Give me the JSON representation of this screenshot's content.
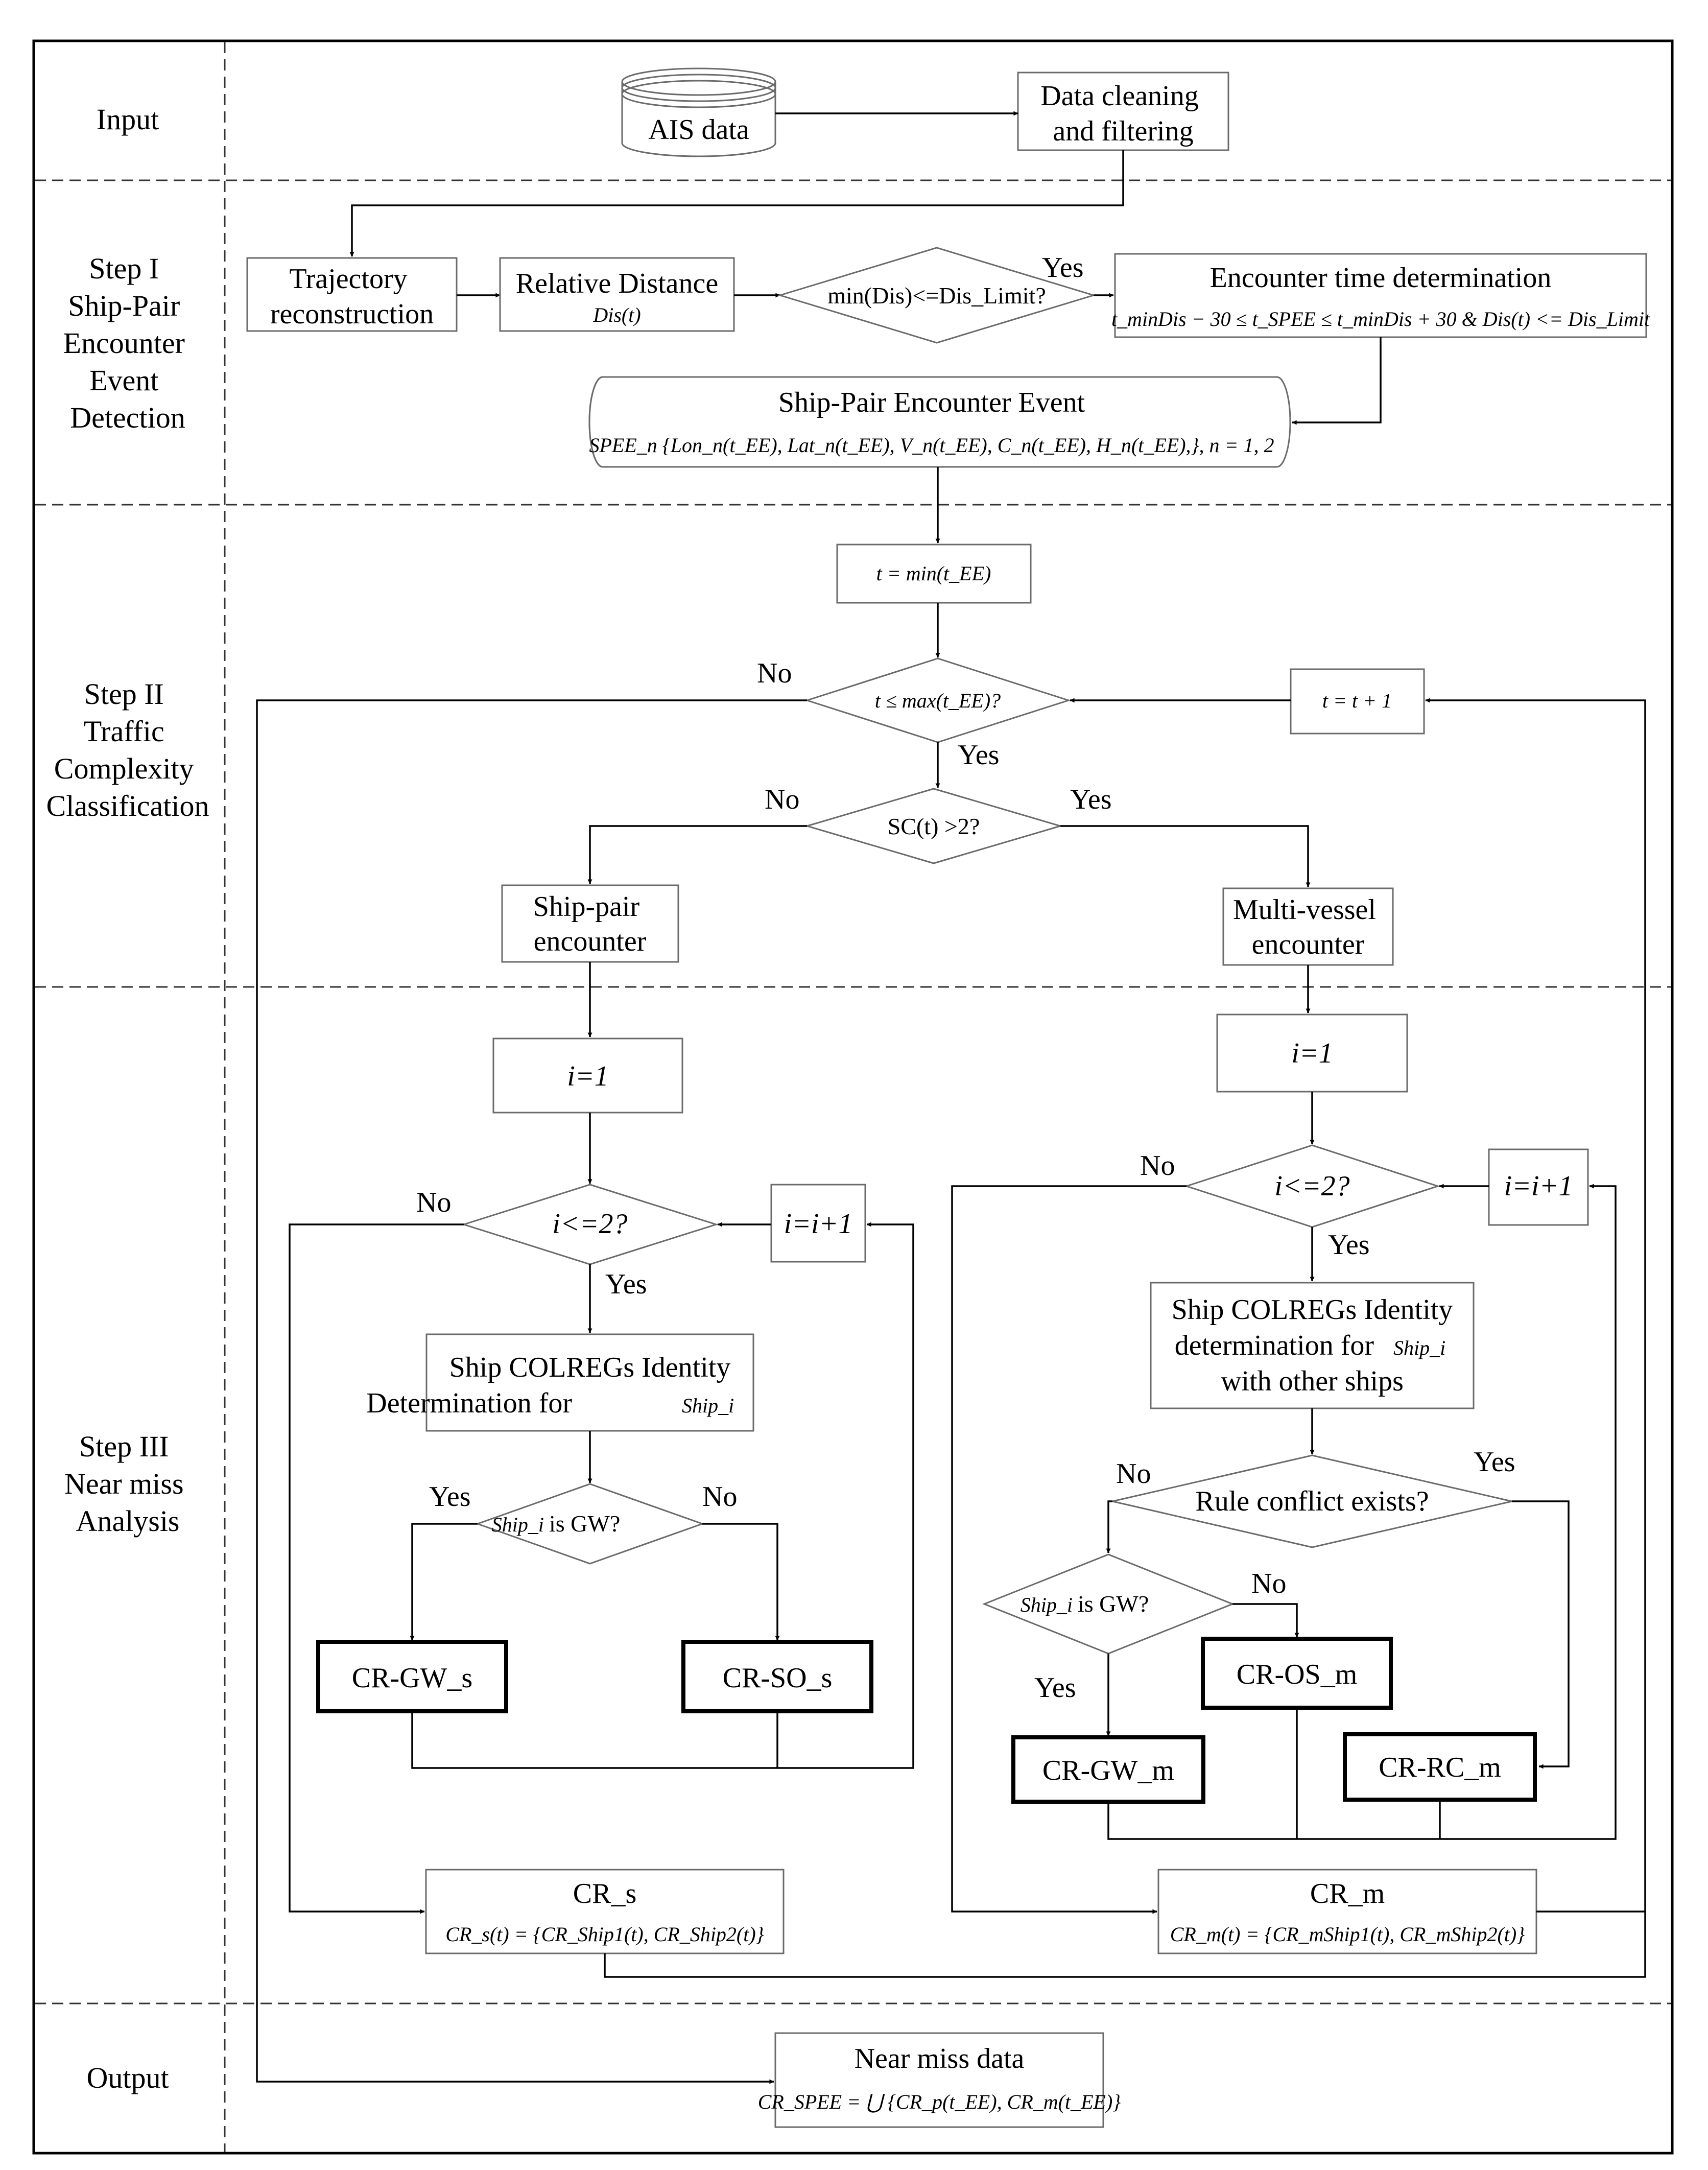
{
  "stages": {
    "input": "Input",
    "step1": [
      "Step I",
      "Ship-Pair",
      "Encounter",
      "Event",
      "Detection"
    ],
    "step2": [
      "Step II",
      "Traffic",
      "Complexity",
      "Classification"
    ],
    "step3": [
      "Step III",
      "Near miss",
      "Analysis"
    ],
    "output": "Output"
  },
  "nodes": {
    "ais_data": "AIS data",
    "cleaning": [
      "Data cleaning",
      "and filtering"
    ],
    "trajectory": [
      "Trajectory",
      "reconstruction"
    ],
    "relative_distance": "Relative Distance",
    "relative_distance_formula": "Dis(t)",
    "min_dis_check": "min(Dis)<=Dis_Limit?",
    "encounter_time": "Encounter time determination",
    "encounter_time_formula": "t_minDis − 30 ≤ t_SPEE ≤ t_minDis + 30 & Dis(t) <= Dis_Limit",
    "spee_title": "Ship-Pair Encounter Event",
    "spee_formula": "SPEE_n {Lon_n(t_EE), Lat_n(t_EE), V_n(t_EE), C_n(t_EE), H_n(t_EE),}, n = 1, 2",
    "t_init": "t = min(t_EE)",
    "t_check": "t ≤ max(t_EE)?",
    "t_increment": "t = t + 1",
    "sc_check": "SC(t) >2?",
    "ship_pair": [
      "Ship-pair",
      "encounter"
    ],
    "multi_vessel": [
      "Multi-vessel",
      "encounter"
    ],
    "i_init_left": "i=1",
    "i_init_right": "i=1",
    "i_check_left": "i<=2?",
    "i_check_right": "i<=2?",
    "i_inc_left": "i=i+1",
    "i_inc_right": "i=i+1",
    "colregs_left": [
      "Ship COLREGs Identity",
      "Determination for"
    ],
    "colregs_right": [
      "Ship COLREGs Identity",
      "determination for",
      "with other ships"
    ],
    "ship_i": "Ship_i",
    "gw_check_left": "is GW?",
    "rule_conflict": "Rule conflict exists?",
    "gw_check_right": "is GW?",
    "cr_gw_s": "CR-GW_s",
    "cr_so_s": "CR-SO_s",
    "cr_os_m": "CR-OS_m",
    "cr_gw_m": "CR-GW_m",
    "cr_rc_m": "CR-RC_m",
    "cr_s_title": "CR_s",
    "cr_s_formula": "CR_s(t) = {CR_Ship1(t), CR_Ship2(t)}",
    "cr_m_title": "CR_m",
    "cr_m_formula": "CR_m(t) = {CR_mShip1(t), CR_mShip2(t)}",
    "near_miss_title": "Near miss data",
    "near_miss_formula": "CR_SPEE = ⋃ {CR_p(t_EE), CR_m(t_EE)}"
  },
  "edge_labels": {
    "yes": "Yes",
    "no": "No"
  }
}
